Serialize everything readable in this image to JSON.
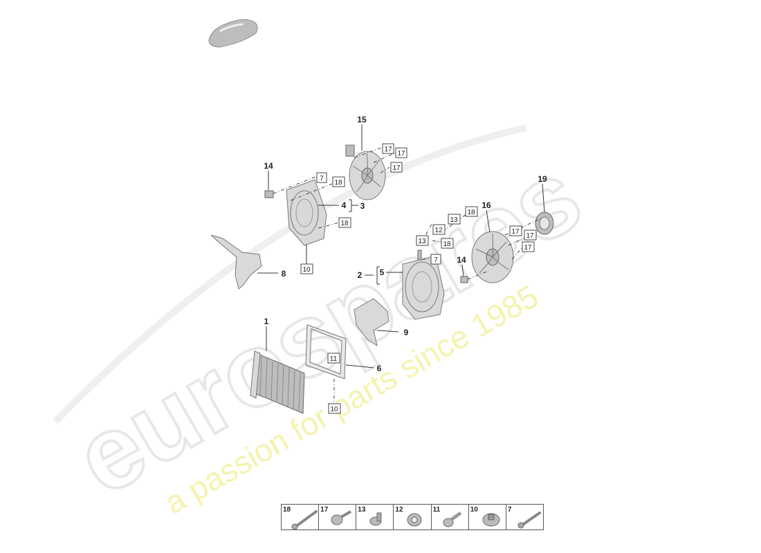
{
  "watermark": {
    "brand": "eurospares",
    "tagline": "a passion for parts since 1985"
  },
  "callouts": {
    "c1": "1",
    "c2": "2",
    "c3": "3",
    "c4": "4",
    "c5": "5",
    "c6": "6",
    "c8": "8",
    "c9": "9",
    "c14a": "14",
    "c14b": "14",
    "c15": "15",
    "c16": "16",
    "c19": "19"
  },
  "boxed_labels": {
    "b17a": "17",
    "b17b": "17",
    "b17c": "17",
    "b7a": "7",
    "b18a": "18",
    "b18b": "18",
    "b10a": "10",
    "b18c": "18",
    "b13a": "13",
    "b12a": "12",
    "b13b": "13",
    "b18d": "18",
    "b7b": "7",
    "b17d": "17",
    "b17e": "17",
    "b17f": "17",
    "b11a": "11",
    "b10b": "10"
  },
  "legend": [
    {
      "num": "18",
      "icon": "long-bolt-icon"
    },
    {
      "num": "17",
      "icon": "flange-bolt-icon"
    },
    {
      "num": "13",
      "icon": "expansion-rivet-icon"
    },
    {
      "num": "12",
      "icon": "grommet-icon"
    },
    {
      "num": "11",
      "icon": "push-clip-icon"
    },
    {
      "num": "10",
      "icon": "mount-bracket-icon"
    },
    {
      "num": "7",
      "icon": "screw-icon"
    }
  ]
}
